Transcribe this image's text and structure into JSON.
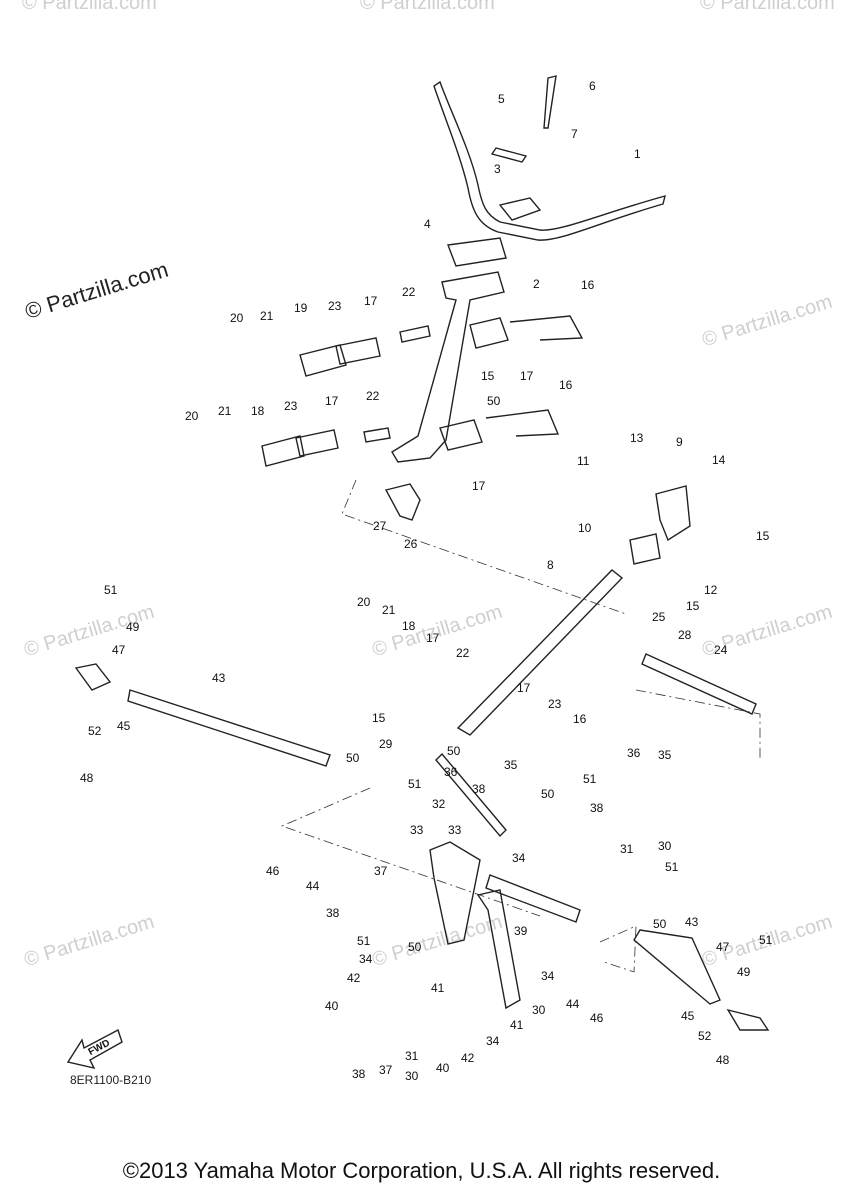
{
  "watermark": "© Partzilla.com",
  "brand": "© Partzilla.com",
  "drawing_code": "8ER1100-B210",
  "fwd_label": "FWD",
  "copyright": "©2013 Yamaha Motor Corporation, U.S.A. All rights reserved.",
  "labels": [
    {
      "id": "1",
      "text": "1"
    },
    {
      "id": "2",
      "text": "2"
    },
    {
      "id": "3",
      "text": "3"
    },
    {
      "id": "4",
      "text": "4"
    },
    {
      "id": "5",
      "text": "5"
    },
    {
      "id": "6",
      "text": "6"
    },
    {
      "id": "7",
      "text": "7"
    },
    {
      "id": "8",
      "text": "8"
    },
    {
      "id": "9",
      "text": "9"
    },
    {
      "id": "10",
      "text": "10"
    },
    {
      "id": "11",
      "text": "11"
    },
    {
      "id": "12",
      "text": "12"
    },
    {
      "id": "13",
      "text": "13"
    },
    {
      "id": "14",
      "text": "14"
    },
    {
      "id": "15a",
      "text": "15"
    },
    {
      "id": "15b",
      "text": "15"
    },
    {
      "id": "15c",
      "text": "15"
    },
    {
      "id": "15d",
      "text": "15"
    },
    {
      "id": "16a",
      "text": "16"
    },
    {
      "id": "16b",
      "text": "16"
    },
    {
      "id": "16c",
      "text": "16"
    },
    {
      "id": "17a",
      "text": "17"
    },
    {
      "id": "17b",
      "text": "17"
    },
    {
      "id": "17c",
      "text": "17"
    },
    {
      "id": "17d",
      "text": "17"
    },
    {
      "id": "17e",
      "text": "17"
    },
    {
      "id": "17f",
      "text": "17"
    },
    {
      "id": "18a",
      "text": "18"
    },
    {
      "id": "18b",
      "text": "18"
    },
    {
      "id": "19",
      "text": "19"
    },
    {
      "id": "20a",
      "text": "20"
    },
    {
      "id": "20b",
      "text": "20"
    },
    {
      "id": "20c",
      "text": "20"
    },
    {
      "id": "21a",
      "text": "21"
    },
    {
      "id": "21b",
      "text": "21"
    },
    {
      "id": "21c",
      "text": "21"
    },
    {
      "id": "22a",
      "text": "22"
    },
    {
      "id": "22b",
      "text": "22"
    },
    {
      "id": "22c",
      "text": "22"
    },
    {
      "id": "23a",
      "text": "23"
    },
    {
      "id": "23b",
      "text": "23"
    },
    {
      "id": "23c",
      "text": "23"
    },
    {
      "id": "24",
      "text": "24"
    },
    {
      "id": "25",
      "text": "25"
    },
    {
      "id": "26",
      "text": "26"
    },
    {
      "id": "27",
      "text": "27"
    },
    {
      "id": "28",
      "text": "28"
    },
    {
      "id": "29",
      "text": "29"
    },
    {
      "id": "30a",
      "text": "30"
    },
    {
      "id": "30b",
      "text": "30"
    },
    {
      "id": "30c",
      "text": "30"
    },
    {
      "id": "31a",
      "text": "31"
    },
    {
      "id": "31b",
      "text": "31"
    },
    {
      "id": "32",
      "text": "32"
    },
    {
      "id": "33a",
      "text": "33"
    },
    {
      "id": "33b",
      "text": "33"
    },
    {
      "id": "34a",
      "text": "34"
    },
    {
      "id": "34b",
      "text": "34"
    },
    {
      "id": "34c",
      "text": "34"
    },
    {
      "id": "34d",
      "text": "34"
    },
    {
      "id": "35a",
      "text": "35"
    },
    {
      "id": "35b",
      "text": "35"
    },
    {
      "id": "36a",
      "text": "36"
    },
    {
      "id": "36b",
      "text": "36"
    },
    {
      "id": "37a",
      "text": "37"
    },
    {
      "id": "37b",
      "text": "37"
    },
    {
      "id": "38a",
      "text": "38"
    },
    {
      "id": "38b",
      "text": "38"
    },
    {
      "id": "38c",
      "text": "38"
    },
    {
      "id": "38d",
      "text": "38"
    },
    {
      "id": "39",
      "text": "39"
    },
    {
      "id": "40a",
      "text": "40"
    },
    {
      "id": "40b",
      "text": "40"
    },
    {
      "id": "41a",
      "text": "41"
    },
    {
      "id": "41b",
      "text": "41"
    },
    {
      "id": "42a",
      "text": "42"
    },
    {
      "id": "42b",
      "text": "42"
    },
    {
      "id": "43a",
      "text": "43"
    },
    {
      "id": "43b",
      "text": "43"
    },
    {
      "id": "44a",
      "text": "44"
    },
    {
      "id": "44b",
      "text": "44"
    },
    {
      "id": "45a",
      "text": "45"
    },
    {
      "id": "45b",
      "text": "45"
    },
    {
      "id": "46a",
      "text": "46"
    },
    {
      "id": "46b",
      "text": "46"
    },
    {
      "id": "47a",
      "text": "47"
    },
    {
      "id": "47b",
      "text": "47"
    },
    {
      "id": "48a",
      "text": "48"
    },
    {
      "id": "48b",
      "text": "48"
    },
    {
      "id": "49a",
      "text": "49"
    },
    {
      "id": "49b",
      "text": "49"
    },
    {
      "id": "50a",
      "text": "50"
    },
    {
      "id": "50b",
      "text": "50"
    },
    {
      "id": "50c",
      "text": "50"
    },
    {
      "id": "50d",
      "text": "50"
    },
    {
      "id": "50e",
      "text": "50"
    },
    {
      "id": "50f",
      "text": "50"
    },
    {
      "id": "51a",
      "text": "51"
    },
    {
      "id": "51b",
      "text": "51"
    },
    {
      "id": "51c",
      "text": "51"
    },
    {
      "id": "51d",
      "text": "51"
    },
    {
      "id": "51e",
      "text": "51"
    },
    {
      "id": "51f",
      "text": "51"
    },
    {
      "id": "52a",
      "text": "52"
    },
    {
      "id": "52b",
      "text": "52"
    }
  ]
}
